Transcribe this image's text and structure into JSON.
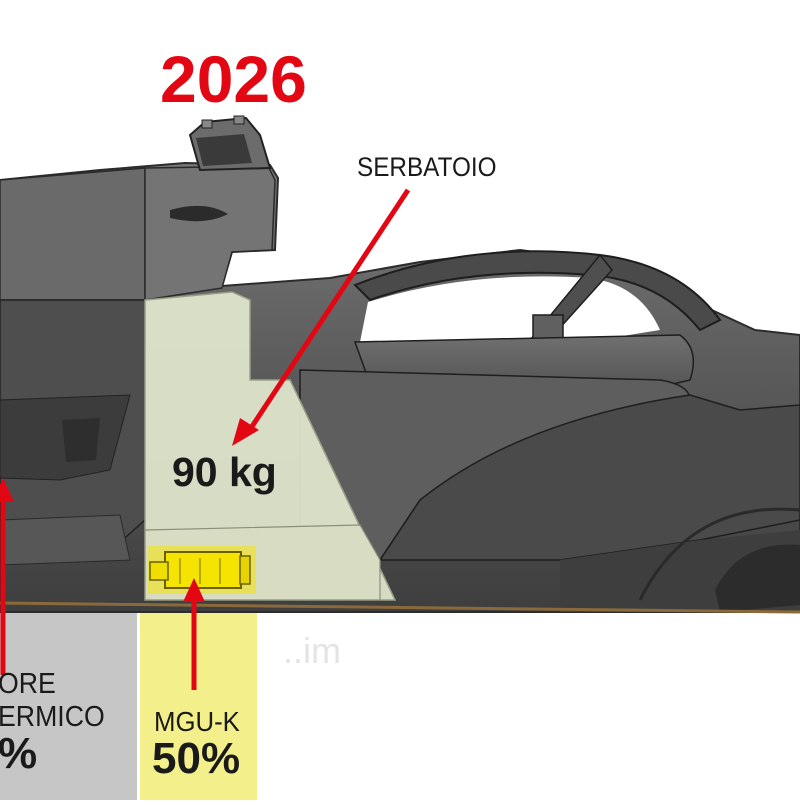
{
  "title": "2026",
  "labels": {
    "tank": "SERBATOIO",
    "tank_weight": "90 kg",
    "engine_line1": "ORE",
    "engine_line2": "ERMICO",
    "engine_share": "%",
    "mguk": "MGU-K",
    "mguk_share": "50%",
    "watermark": "..im"
  },
  "icons": [
    "f1-car-side-view",
    "halo",
    "airbox",
    "fuel-tank",
    "mgu-k-unit",
    "arrow"
  ],
  "colors": {
    "title": "#e30613",
    "arrow": "#e30613",
    "tank_zone": "#e2e7cf",
    "mguk_unit": "#f5e400",
    "engine_panel": "#c6c6c6",
    "mguk_panel": "#f3ef8a",
    "bodywork": "#5a5a5a"
  }
}
